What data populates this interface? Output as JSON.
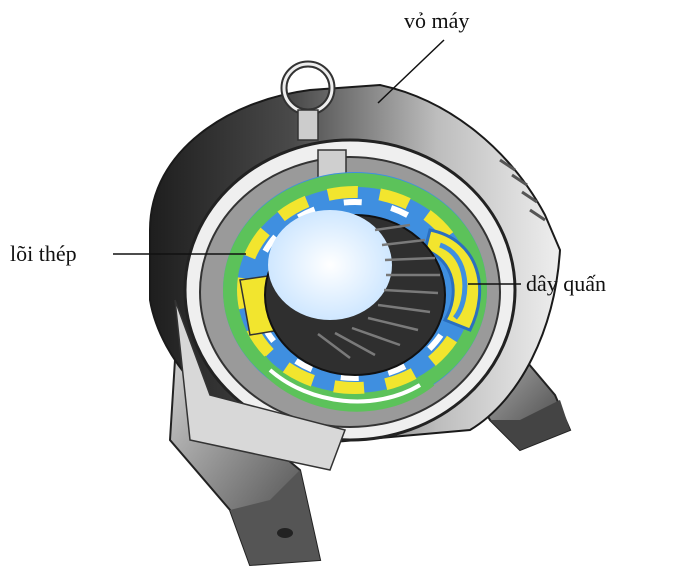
{
  "labels": {
    "housing": "vỏ máy",
    "core": "lõi thép",
    "winding": "dây quấn"
  },
  "colors": {
    "winding_yellow": "#f2e52e",
    "winding_blue": "#3f8fe0",
    "winding_green": "#5cc25a",
    "housing_dark": "#2b2b2b",
    "housing_light": "#d9d9d9"
  }
}
